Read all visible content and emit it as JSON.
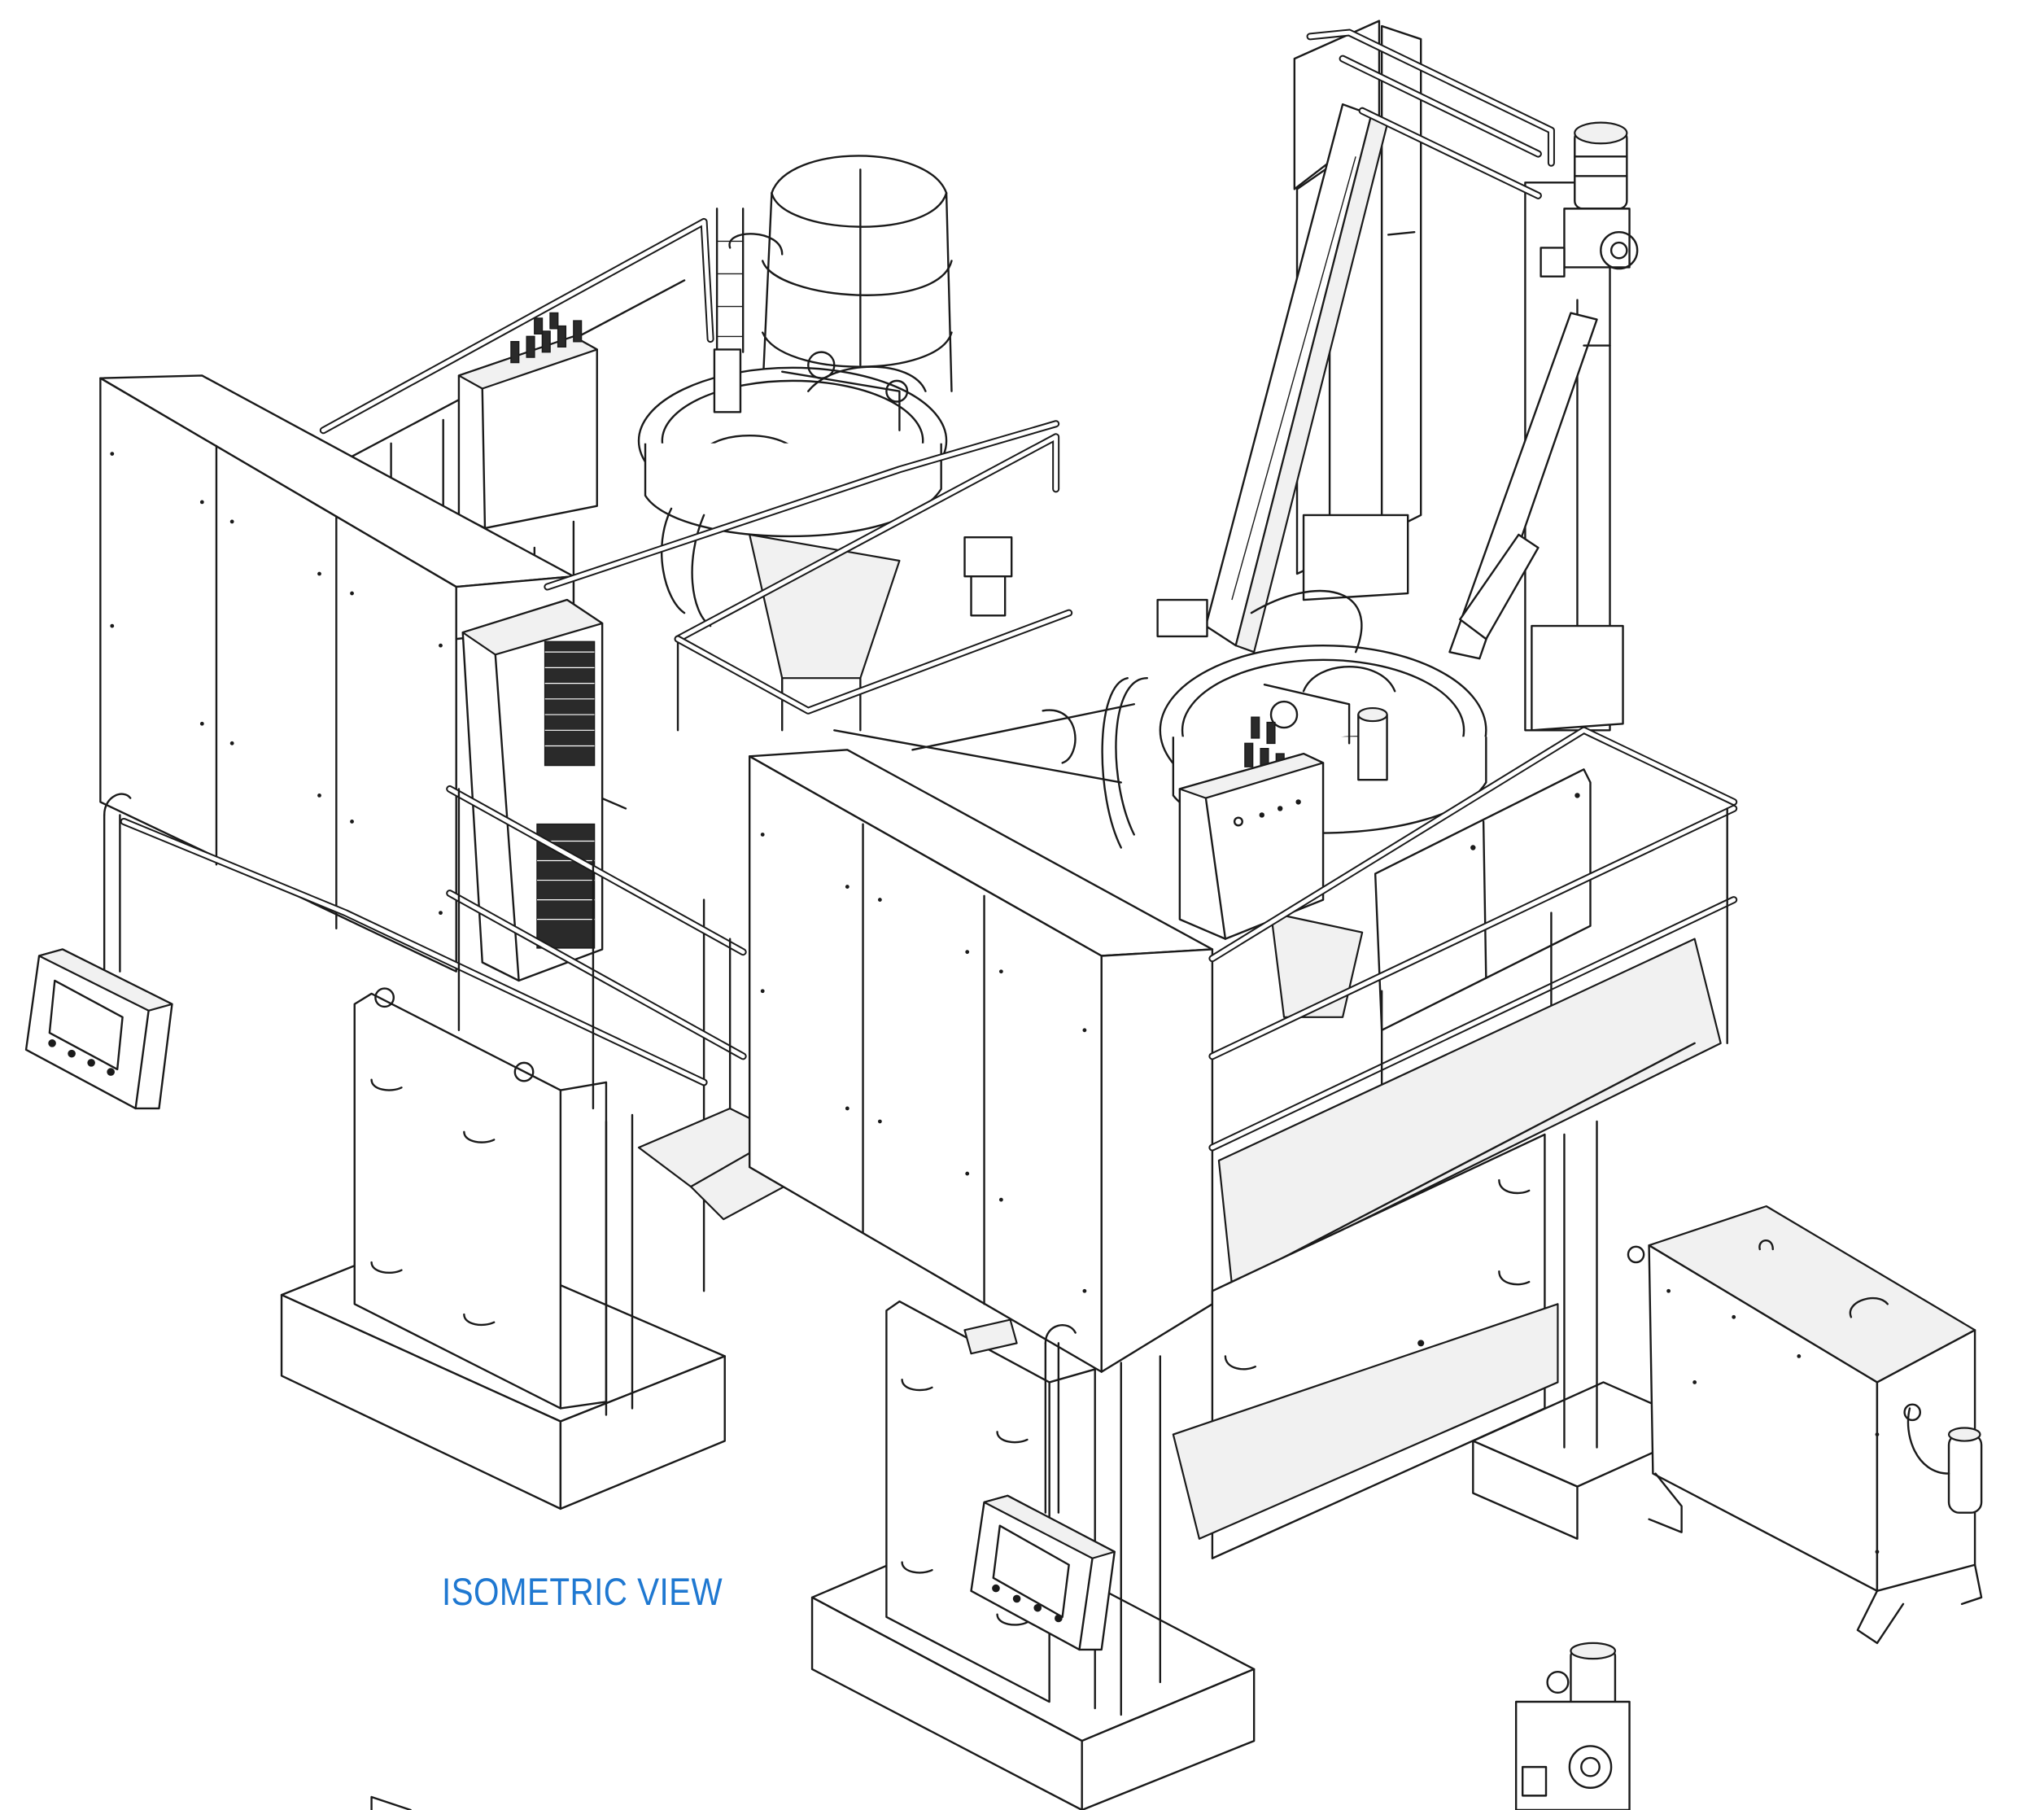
{
  "drawing": {
    "view_label": "ISOMETRIC VIEW",
    "label_color": "#1f78d1",
    "line_color": "#1a1a1a",
    "components": [
      "left-control-cabinet",
      "cooling-unit",
      "left-operator-panel",
      "left-process-vessel",
      "safety-cage-ladder",
      "lifting-mast",
      "drive-motor",
      "right-process-vessel",
      "right-control-cabinet",
      "right-operator-panel",
      "service-platform",
      "hydraulic-tank-unit",
      "concrete-base-blocks"
    ]
  }
}
